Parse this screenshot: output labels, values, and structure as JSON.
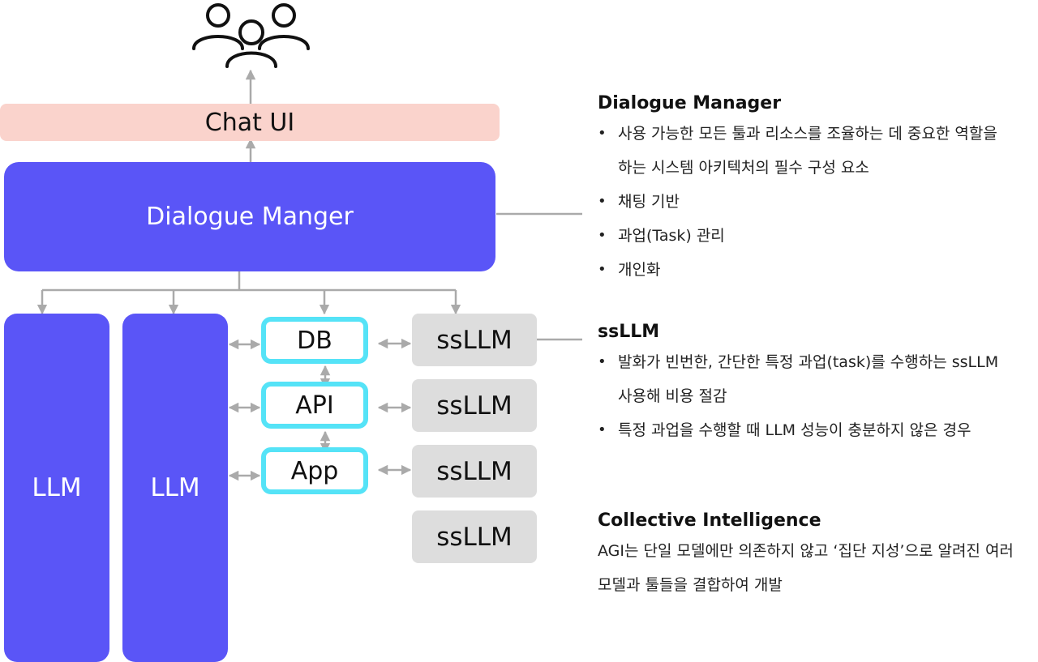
{
  "diagram": {
    "users_icon": "users-group-icon",
    "chat_ui": "Chat UI",
    "dialogue_manager": "Dialogue Manger",
    "llm_columns": [
      "LLM",
      "LLM"
    ],
    "stores": [
      "DB",
      "API",
      "App"
    ],
    "ssllm_boxes": [
      "ssLLM",
      "ssLLM",
      "ssLLM",
      "ssLLM"
    ]
  },
  "panel": {
    "dialogue_manager": {
      "title": "Dialogue Manager",
      "bullets": [
        "사용 가능한 모든 툴과 리소스를 조율하는 데 중요한 역할을 하는 시스템 아키텍처의 필수 구성 요소",
        "채팅 기반",
        "과업(Task) 관리",
        "개인화"
      ]
    },
    "ssllm": {
      "title": "ssLLM",
      "bullets": [
        "발화가 빈번한, 간단한 특정 과업(task)를 수행하는 ssLLM 사용해 비용 절감",
        "특정 과업을 수행할 때 LLM 성능이 충분하지 않은 경우"
      ]
    },
    "collective": {
      "title": "Collective Intelligence",
      "text": "AGI는 단일 모델에만 의존하지 않고 ‘집단 지성’으로 알려진 여러 모델과 툴들을 결합하여 개발"
    }
  },
  "colors": {
    "primary": "#5a55f7",
    "chat_ui": "#fad3cc",
    "store_border": "#55e3f7",
    "ssllm_fill": "#dddddd",
    "connector": "#aaaaaa"
  }
}
